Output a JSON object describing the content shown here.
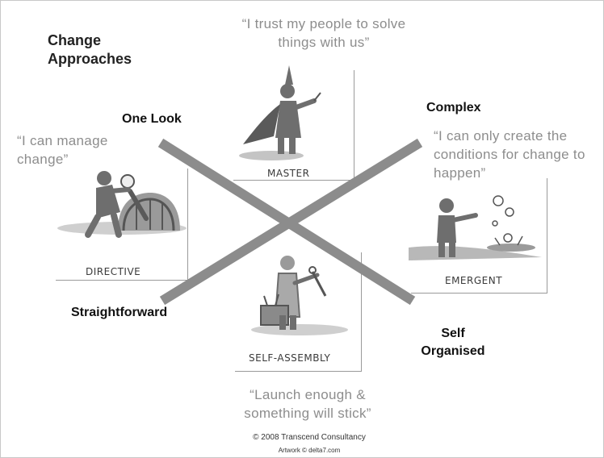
{
  "title": "Change Approaches",
  "axes": {
    "top_left": "One Look",
    "top_right": "Complex",
    "bottom_left": "Straightforward",
    "bottom_right": "Self Organised"
  },
  "quadrants": {
    "top": {
      "caption": "MASTER",
      "quote": "“I trust my people to solve things with us”",
      "icon": "wizard-figure-icon"
    },
    "left": {
      "caption": "DIRECTIVE",
      "quote": "“I can manage change”",
      "icon": "lever-figure-icon"
    },
    "right": {
      "caption": "EMERGENT",
      "quote": "“I can only create the conditions for change to happen”",
      "icon": "sprouting-figure-icon"
    },
    "bottom": {
      "caption": "SELF-ASSEMBLY",
      "quote": "“Launch enough & something will stick”",
      "icon": "toolbox-figure-icon"
    }
  },
  "credits": {
    "copyright": "© 2008 Transcend Consultancy",
    "artwork": "Artwork © delta7.com"
  },
  "colors": {
    "cross": "#8c8c8c",
    "quote_text": "#8d8d8d",
    "figure_fill": "#6e6e6e",
    "figure_shadow": "#b4b4b4"
  }
}
